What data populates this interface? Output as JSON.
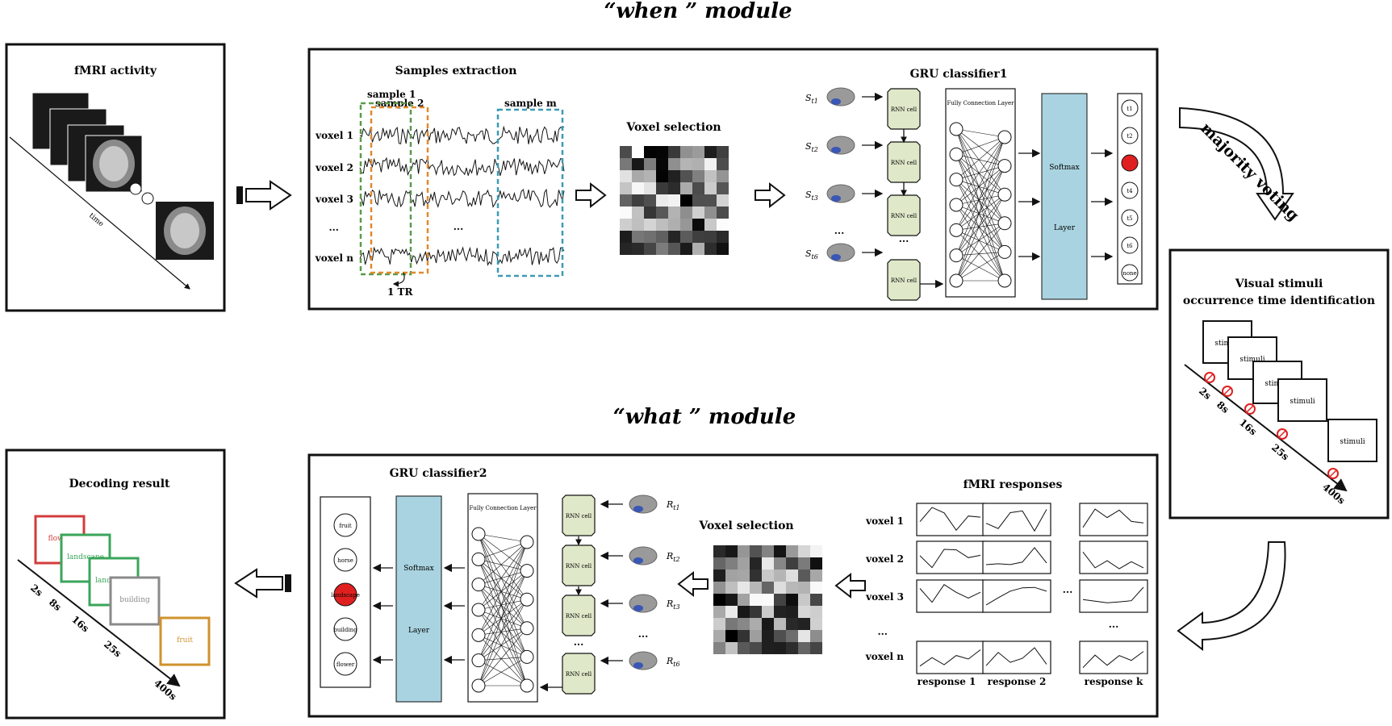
{
  "when_module": {
    "title": "“when ” module",
    "fmri_activity": {
      "title": "fMRI activity",
      "time_label": "time"
    },
    "samples": {
      "title": "Samples extraction",
      "sample_labels": [
        "sample 1",
        "sample 2",
        "sample m"
      ],
      "voxels": [
        "voxel 1",
        "voxel 2",
        "voxel 3",
        "...",
        "voxel n"
      ],
      "ellipsis": "...",
      "tr_label": "1 TR"
    },
    "voxel_selection": "Voxel selection",
    "gru": {
      "title": "GRU classifier1",
      "inputs": [
        "S",
        "S",
        "S",
        "S"
      ],
      "input_subs": [
        "t1",
        "t2",
        "t3",
        "t6"
      ],
      "rnn_cell": "RNN cell",
      "fc_layer": "Fully Connection Layer",
      "softmax": "Softmax",
      "layer": "Layer",
      "outputs": [
        "t1",
        "t2",
        "t3",
        "t4",
        "t5",
        "t6",
        "none"
      ],
      "active_output_index": 2,
      "ellipsis": "..."
    },
    "majority_voting": "majority voting"
  },
  "visual_stimuli": {
    "title_line1": "Visual stimuli",
    "title_line2": "occurrence time identification",
    "frames": [
      "stimuli",
      "stimuli",
      "stimuli",
      "stimuli",
      "stimuli"
    ],
    "times": [
      "2s",
      "8s",
      "16s",
      "25s",
      "400s"
    ]
  },
  "what_module": {
    "title": "“what ” module",
    "fmri_responses": {
      "title": "fMRI responses",
      "voxels": [
        "voxel 1",
        "voxel 2",
        "voxel 3",
        "...",
        "voxel n"
      ],
      "responses": [
        "response 1",
        "response 2",
        "response k"
      ],
      "ellipsis": "..."
    },
    "voxel_selection": "Voxel selection",
    "gru": {
      "title": "GRU classifier2",
      "inputs": [
        "R",
        "R",
        "R",
        "R"
      ],
      "input_subs": [
        "t1",
        "t2",
        "t3",
        "t6"
      ],
      "rnn_cell": "RNN cell",
      "fc_layer": "Fully Connection Layer",
      "softmax": "Softmax",
      "layer": "Layer",
      "outputs": [
        "fruit",
        "horse",
        "landscape",
        "building",
        "flower"
      ],
      "active_output_index": 2,
      "ellipsis": "..."
    }
  },
  "decoding_result": {
    "title": "Decoding result",
    "frames": [
      "flower",
      "landscape",
      "landscape",
      "building",
      "fruit"
    ],
    "times": [
      "2s",
      "8s",
      "16s",
      "25s",
      "400s"
    ]
  },
  "colors": {
    "softmax_fill": "#a9d3e0",
    "rnn_fill": "#dfe8c8",
    "active_node": "#e02020",
    "sample_orange": "#e08a2c",
    "sample_green": "#5c9a4a",
    "sample_blue": "#3c9bb4",
    "frame_red": "#d23c3c",
    "frame_green": "#3aa55a",
    "frame_gray": "#8a8a8a",
    "frame_orange": "#d0922c"
  }
}
